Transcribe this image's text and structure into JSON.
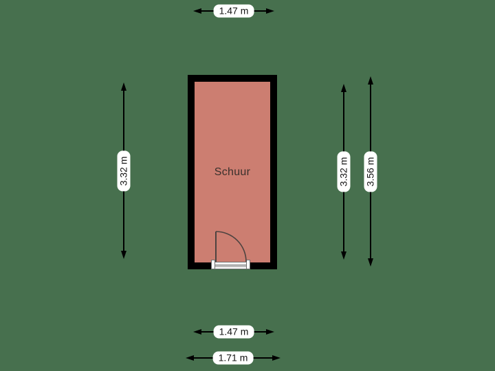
{
  "colors": {
    "background": "#47704E",
    "room_fill": "#CC7E71",
    "wall": "#000000",
    "dimension_label_bg": "#FFFFFF",
    "dimension_text": "#141414"
  },
  "room": {
    "name": "Schuur"
  },
  "dimensions": {
    "top": {
      "label": "1.47 m"
    },
    "left": {
      "label": "3.32 m"
    },
    "right_inner": {
      "label": "3.32 m"
    },
    "right_outer": {
      "label": "3.56 m"
    },
    "bottom_inner": {
      "label": "1.47 m"
    },
    "bottom_outer": {
      "label": "1.71 m"
    }
  }
}
